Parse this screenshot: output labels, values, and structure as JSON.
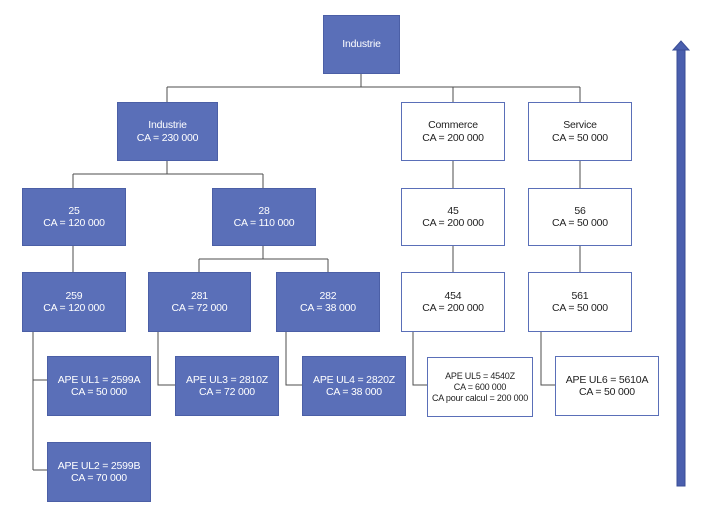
{
  "nodes": {
    "root": {
      "lines": [
        "Industrie"
      ]
    },
    "ind": {
      "lines": [
        "Industrie",
        "CA = 230 000"
      ]
    },
    "com": {
      "lines": [
        "Commerce",
        "CA = 200 000"
      ]
    },
    "ser": {
      "lines": [
        "Service",
        "CA = 50 000"
      ]
    },
    "n25": {
      "lines": [
        "25",
        "CA = 120 000"
      ]
    },
    "n28": {
      "lines": [
        "28",
        "CA = 110 000"
      ]
    },
    "n45": {
      "lines": [
        "45",
        "CA = 200 000"
      ]
    },
    "n56": {
      "lines": [
        "56",
        "CA = 50 000"
      ]
    },
    "n259": {
      "lines": [
        "259",
        "CA = 120 000"
      ]
    },
    "n281": {
      "lines": [
        "281",
        "CA = 72 000"
      ]
    },
    "n282": {
      "lines": [
        "282",
        "CA = 38 000"
      ]
    },
    "n454": {
      "lines": [
        "454",
        "CA = 200 000"
      ]
    },
    "n561": {
      "lines": [
        "561",
        "CA = 50 000"
      ]
    },
    "ul1": {
      "lines": [
        "APE UL1 = 2599A",
        "CA = 50 000"
      ]
    },
    "ul2": {
      "lines": [
        "APE UL2 = 2599B",
        "CA = 70 000"
      ]
    },
    "ul3": {
      "lines": [
        "APE UL3 = 2810Z",
        "CA = 72 000"
      ]
    },
    "ul4": {
      "lines": [
        "APE UL4 = 2820Z",
        "CA = 38 000"
      ]
    },
    "ul5": {
      "lines": [
        "APE UL5 = 4540Z",
        "CA = 600 000",
        "CA pour calcul = 200 000"
      ]
    },
    "ul6": {
      "lines": [
        "APE UL6 = 5610A",
        "CA = 50 000"
      ]
    }
  },
  "colors": {
    "fill": "#5a6fb8",
    "border": "#4b5fa6",
    "line": "#4d4d4d",
    "arrow": "#4a5fae"
  }
}
